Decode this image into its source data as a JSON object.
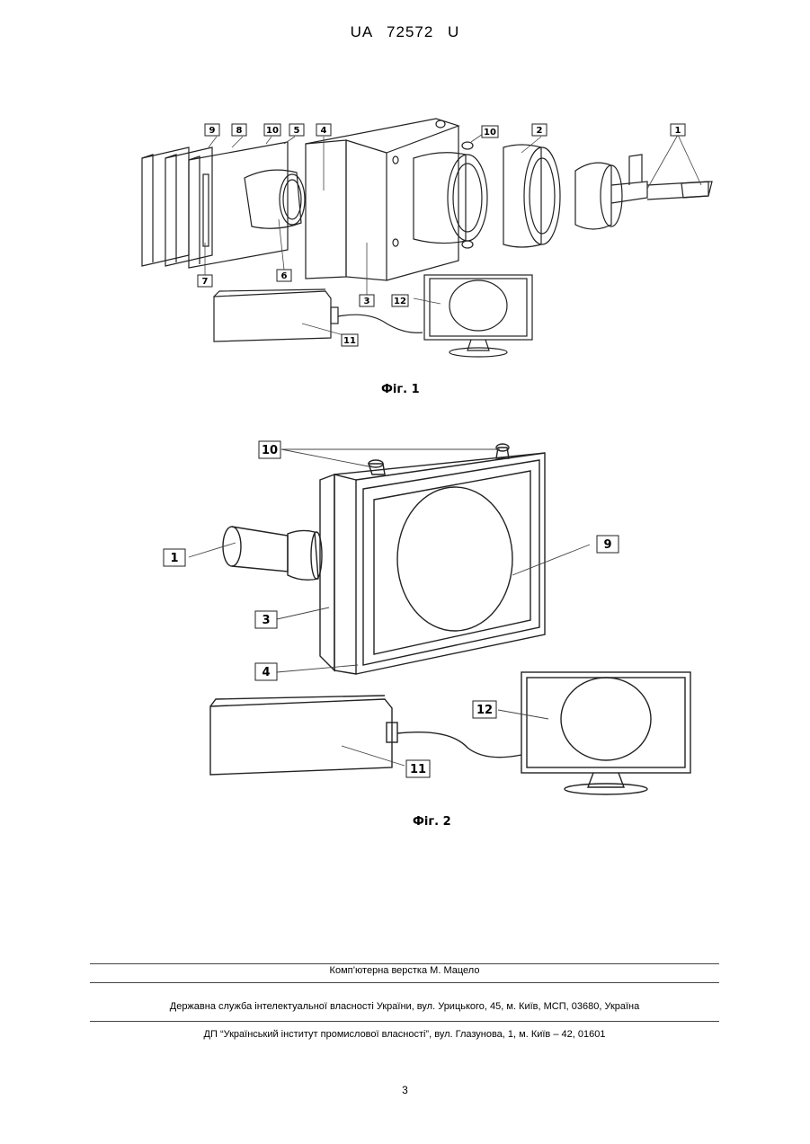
{
  "header": {
    "text": "UA   72572   U"
  },
  "figure1": {
    "caption": "Фіг. 1",
    "labels": {
      "l1": "1",
      "l2": "2",
      "l3": "3",
      "l4": "4",
      "l5": "5",
      "l6": "6",
      "l7": "7",
      "l8": "8",
      "l9": "9",
      "l10a": "10",
      "l10b": "10",
      "l11": "11",
      "l12": "12"
    }
  },
  "figure2": {
    "caption": "Фіг. 2",
    "labels": {
      "l1": "1",
      "l3": "3",
      "l4": "4",
      "l9": "9",
      "l10": "10",
      "l11": "11",
      "l12": "12"
    }
  },
  "footer": {
    "line1": "Комп’ютерна верстка М. Мацело",
    "line2": "Державна служба інтелектуальної власності України, вул. Урицького, 45, м. Київ, МСП, 03680, Україна",
    "line3": "ДП “Український інститут промислової власності”, вул. Глазунова, 1, м. Київ – 42, 01601"
  },
  "page_number": "3"
}
